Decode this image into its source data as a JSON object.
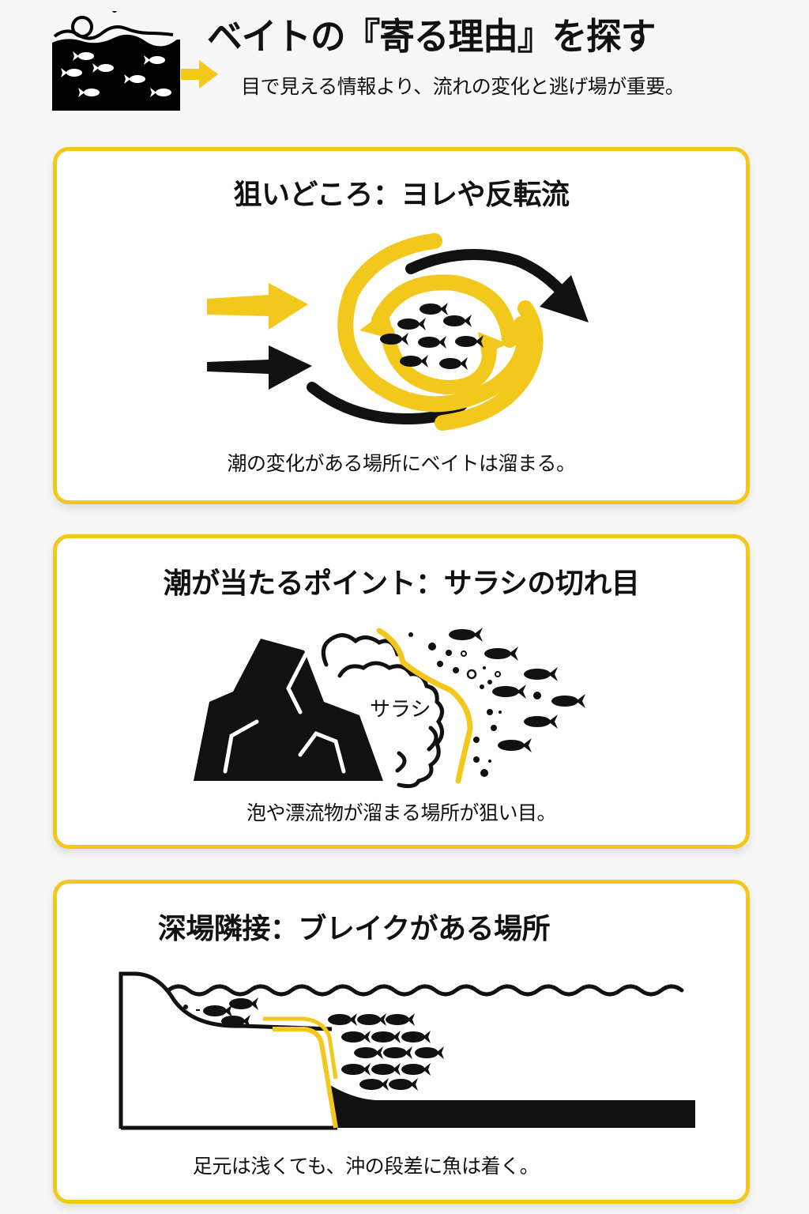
{
  "header": {
    "title": "ベイトの『寄る理由』を探す",
    "subtitle": "目で見える情報より、流れの変化と逃げ場が重要。",
    "icon": "water-with-fish-icon",
    "arrow_icon": "arrow-right-icon"
  },
  "colors": {
    "accent_yellow": "#f2c81c",
    "ink": "#111111",
    "background": "#f7f7f7",
    "card_background": "#fefefe"
  },
  "cards": [
    {
      "title": "狙いどころ：ヨレや反転流",
      "caption": "潮の変化がある場所にベイトは溜まる。",
      "illustration": "eddy-current-with-bait-school",
      "fish_count": 8
    },
    {
      "title": "潮が当たるポイント：サラシの切れ目",
      "caption": "泡や漂流物が溜まる場所が狙い目。",
      "illustration": "rock-with-white-water-foam",
      "label": "サラシ",
      "fish_count": 7
    },
    {
      "title": "深場隣接：ブレイクがある場所",
      "caption": "足元は浅くても、沖の段差に魚は着く。",
      "illustration": "seabed-drop-off-cross-section",
      "fish_count": 17
    }
  ]
}
